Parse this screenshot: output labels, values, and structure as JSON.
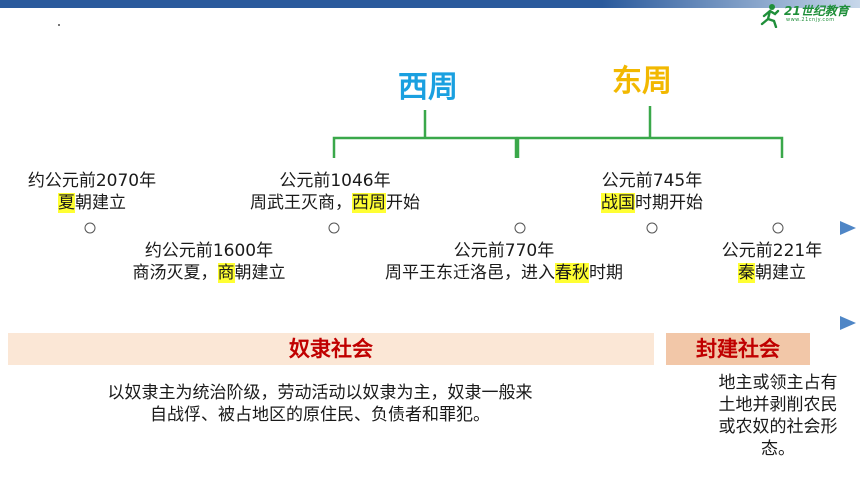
{
  "logo": {
    "text": "21世纪教育",
    "sub": "www.21cnjy.com"
  },
  "eras": {
    "western_zhou": "西周",
    "eastern_zhou": "东周"
  },
  "events": {
    "xia": {
      "line1": "约公元前2070年",
      "hl": "夏",
      "rest": "朝建立"
    },
    "shang": {
      "line1": "约公元前1600年",
      "pre": "商汤灭夏，",
      "hl": "商",
      "rest": "朝建立"
    },
    "western_zhou": {
      "line1": "公元前1046年",
      "pre": "周武王灭商，",
      "hl": "西周",
      "rest": "开始"
    },
    "spring_autumn": {
      "line1": "公元前770年",
      "pre": "周平王东迁洛邑，进入",
      "hl": "春秋",
      "rest": "时期"
    },
    "warring_states": {
      "line1": "公元前745年",
      "hl": "战国",
      "rest": "时期开始"
    },
    "qin": {
      "line1": "公元前221年",
      "hl": "秦",
      "rest": "朝建立"
    }
  },
  "societies": {
    "slave": {
      "label": "奴隶社会",
      "desc_line1": "以奴隶主为统治阶级，劳动活动以奴隶为主，奴隶一般来",
      "desc_line2": "自战俘、被占地区的原住民、负债者和罪犯。"
    },
    "feudal": {
      "label": "封建社会",
      "desc_line1": "地主或领主占有",
      "desc_line2": "土地并剥削农民",
      "desc_line3": "或农奴的社会形",
      "desc_line4": "态。"
    }
  },
  "colors": {
    "timeline": "#3f74b8",
    "bracket": "#3aa84a",
    "western_zhou": "#1aa0e0",
    "eastern_zhou": "#f2b800",
    "highlight": "#ffff33",
    "society_label": "#c00000"
  }
}
